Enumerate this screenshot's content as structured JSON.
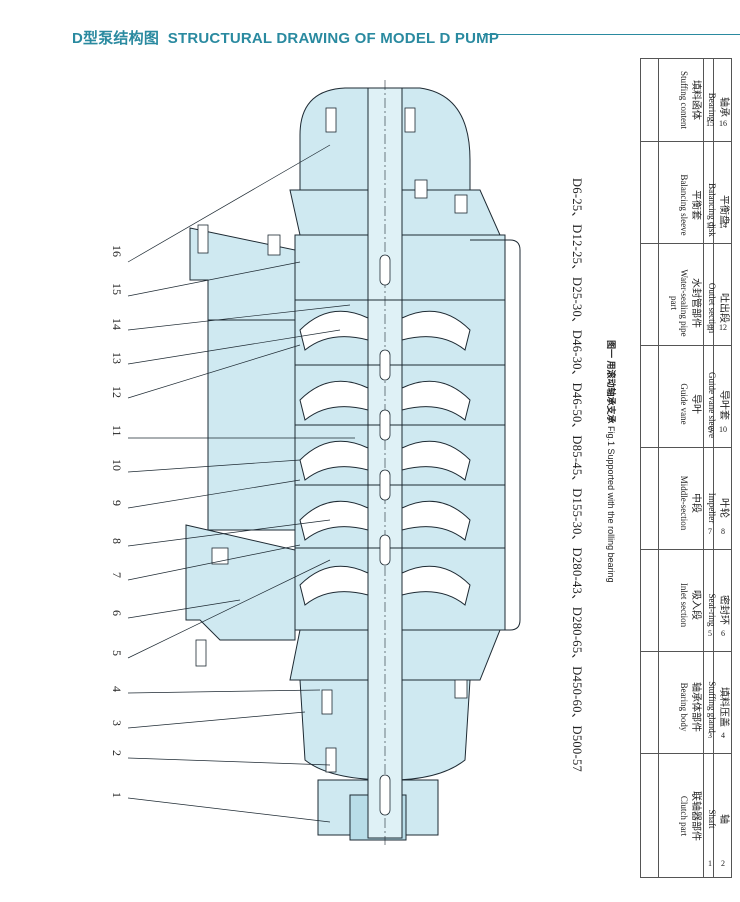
{
  "header": {
    "title_cn": "D型泵结构图",
    "title_en": "STRUCTURAL DRAWING OF MODEL D PUMP",
    "accent_color": "#2a8aa0"
  },
  "callouts": [
    "1",
    "2",
    "3",
    "4",
    "5",
    "6",
    "7",
    "8",
    "9",
    "10",
    "11",
    "12",
    "13",
    "14",
    "15",
    "16"
  ],
  "models_text": "D6-25、D12-25、D25-30、D46-30、D46-50、D85-45、D155-30、D280-43、D280-65、D450-60、D500-57",
  "figure_caption": {
    "cn": "图一  用滚动轴承支承",
    "en": "Fig.1 Supported with the rolling bearing"
  },
  "parts_table": {
    "rows": [
      {
        "no": "1",
        "cn": "联轴器部件",
        "en": "Clutch part"
      },
      {
        "no": "2",
        "cn": "轴",
        "en": "Shaft"
      },
      {
        "no": "3",
        "cn": "轴承体部件",
        "en": "Bearing body"
      },
      {
        "no": "4",
        "cn": "填料压盖",
        "en": "Stuffing gland"
      },
      {
        "no": "5",
        "cn": "吸入段",
        "en": "Inlet section"
      },
      {
        "no": "6",
        "cn": "密封环",
        "en": "Seal-ring"
      },
      {
        "no": "7",
        "cn": "中段",
        "en": "Middle-section"
      },
      {
        "no": "8",
        "cn": "叶轮",
        "en": "Impeller"
      },
      {
        "no": "9",
        "cn": "导叶",
        "en": "Guide vane"
      },
      {
        "no": "10",
        "cn": "导叶套",
        "en": "Guide vane sleeve"
      },
      {
        "no": "11",
        "cn": "水封管部件",
        "en": "Water-sealing pipe part"
      },
      {
        "no": "12",
        "cn": "吐出段",
        "en": "Outlet section"
      },
      {
        "no": "13",
        "cn": "平衡套",
        "en": "Balancing sleeve"
      },
      {
        "no": "14",
        "cn": "平衡盘",
        "en": "Balancing disk"
      },
      {
        "no": "15",
        "cn": "填料函体",
        "en": "Stuffing content"
      },
      {
        "no": "16",
        "cn": "轴承",
        "en": "Bearing"
      }
    ]
  }
}
